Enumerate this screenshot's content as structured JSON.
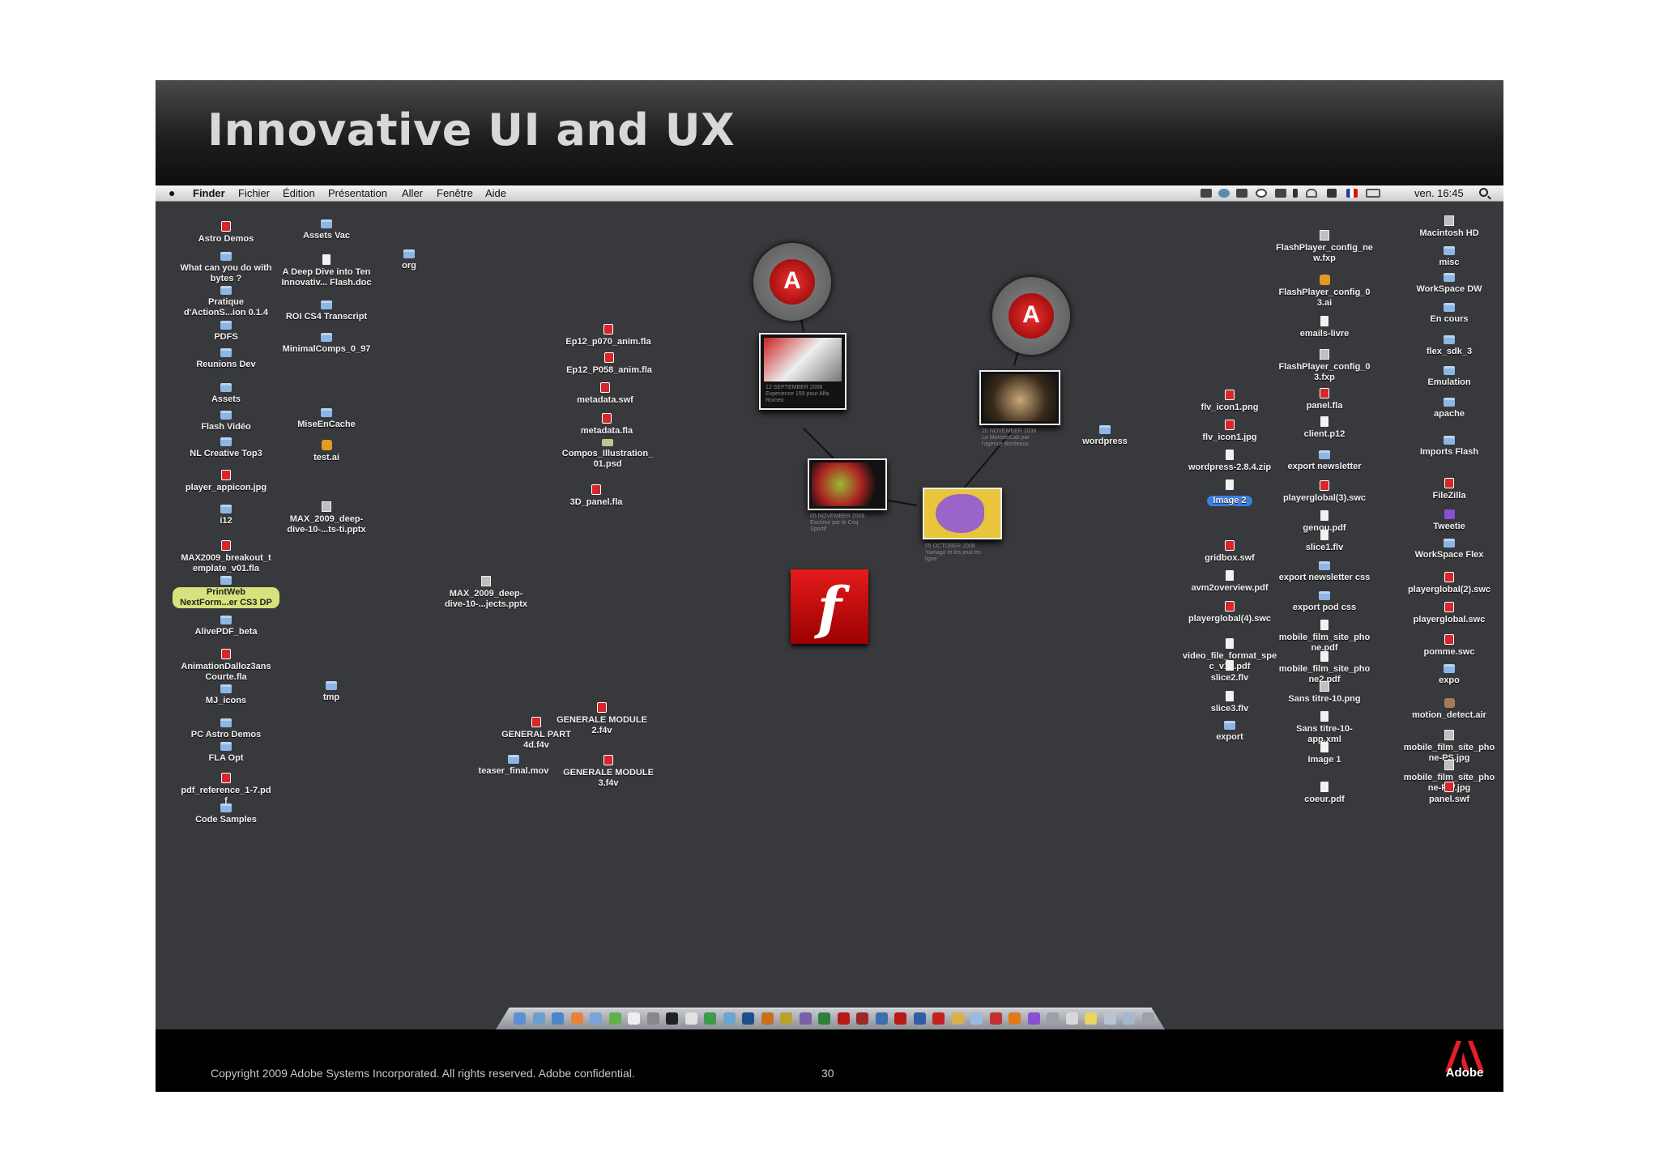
{
  "slide": {
    "title": "Innovative UI and UX",
    "copyright": "Copyright 2009 Adobe Systems Incorporated.  All rights reserved.  Adobe confidential.",
    "page_number": "30",
    "logo_text": "Adobe"
  },
  "menubar": {
    "apple": "",
    "items": [
      "Finder",
      "Fichier",
      "Édition",
      "Présentation",
      "Aller",
      "Fenêtre",
      "Aide"
    ],
    "clock": "ven. 16:45"
  },
  "desktop": {
    "col1": [
      {
        "label": "Astro Demos",
        "icon": "red"
      },
      {
        "label": "What can you do with\nbytes ?",
        "icon": "folder"
      },
      {
        "label": "Pratique\nd'ActionS...ion 0.1.4",
        "icon": "folder"
      },
      {
        "label": "PDFS",
        "icon": "folder"
      },
      {
        "label": "Reunions Dev",
        "icon": "folder"
      },
      {
        "label": "Assets",
        "icon": "folder"
      },
      {
        "label": "Flash Vidéo",
        "icon": "folder"
      },
      {
        "label": "NL Creative Top3",
        "icon": "folder"
      },
      {
        "label": "player_appicon.jpg",
        "icon": "red"
      },
      {
        "label": "i12",
        "icon": "folder"
      },
      {
        "label": "MAX2009_breakout_t\nemplate_v01.fla",
        "icon": "red"
      },
      {
        "label": "PrintWeb\nNextForm...er CS3 DP",
        "icon": "folder"
      },
      {
        "label": "AlivePDF_beta",
        "icon": "folder"
      },
      {
        "label": "AnimationDalloz3ans\nCourte.fla",
        "icon": "red"
      },
      {
        "label": "MJ_icons",
        "icon": "folder"
      },
      {
        "label": "PC Astro Demos",
        "icon": "folder"
      },
      {
        "label": "FLA Opt",
        "icon": "folder"
      },
      {
        "label": "pdf_reference_1-7.pd\nf",
        "icon": "red"
      },
      {
        "label": "Code Samples",
        "icon": "folder"
      }
    ],
    "col2": [
      {
        "label": "Assets Vac",
        "icon": "folder"
      },
      {
        "label": "A Deep Dive into Ten\nInnovativ... Flash.doc",
        "icon": "doc"
      },
      {
        "label": "ROI CS4 Transcript",
        "icon": "folder"
      },
      {
        "label": "MinimalComps_0_97",
        "icon": "folder"
      },
      {
        "label": "MiseEnCache",
        "icon": "folder"
      },
      {
        "label": "test.ai",
        "icon": "orange"
      },
      {
        "label": "MAX_2009_deep-\ndive-10-...ts-ti.pptx",
        "icon": "gray"
      }
    ],
    "col3": [
      {
        "label": "org",
        "icon": "folder"
      },
      {
        "label": "MAX_2009_deep-\ndive-10-...jects.pptx",
        "icon": "gray"
      },
      {
        "label": "tmp",
        "icon": "folder"
      }
    ],
    "col4": [
      {
        "label": "Ep12_p070_anim.fla",
        "icon": "red"
      },
      {
        "label": "Ep12_P058_anim.fla",
        "icon": "red"
      },
      {
        "label": "metadata.swf",
        "icon": "red"
      },
      {
        "label": "metadata.fla",
        "icon": "red"
      },
      {
        "label": "Compos_Illustration_\n01.psd",
        "icon": "olive"
      },
      {
        "label": "3D_panel.fla",
        "icon": "red"
      },
      {
        "label": "GENERALE MODULE\n2.f4v",
        "icon": "red"
      },
      {
        "label": "GENERAL PART\n4d.f4v",
        "icon": "red"
      },
      {
        "label": "teaser_final.mov",
        "icon": "folder"
      },
      {
        "label": "GENERALE MODULE\n3.f4v",
        "icon": "red"
      }
    ],
    "wordpress": {
      "label": "wordpress",
      "icon": "folder"
    },
    "col5": [
      {
        "label": "flv_icon1.png",
        "icon": "red"
      },
      {
        "label": "flv_icon1.jpg",
        "icon": "red"
      },
      {
        "label": "wordpress-2.8.4.zip",
        "icon": "doc"
      },
      {
        "label": "Image 2",
        "icon": "doc"
      },
      {
        "label": "gridbox.swf",
        "icon": "red"
      },
      {
        "label": "avm2overview.pdf",
        "icon": "doc"
      },
      {
        "label": "playerglobal(4).swc",
        "icon": "red"
      },
      {
        "label": "video_file_format_spe\nc_v10.pdf",
        "icon": "doc"
      },
      {
        "label": "slice2.flv",
        "icon": "doc"
      },
      {
        "label": "slice3.flv",
        "icon": "doc"
      },
      {
        "label": "export",
        "icon": "folder"
      }
    ],
    "col6": [
      {
        "label": "FlashPlayer_config_ne\nw.fxp",
        "icon": "gray"
      },
      {
        "label": "FlashPlayer_config_0\n3.ai",
        "icon": "orange"
      },
      {
        "label": "emails-livre",
        "icon": "doc"
      },
      {
        "label": "FlashPlayer_config_0\n3.fxp",
        "icon": "gray"
      },
      {
        "label": "panel.fla",
        "icon": "red"
      },
      {
        "label": "client.p12",
        "icon": "doc"
      },
      {
        "label": "export newsletter",
        "icon": "folder"
      },
      {
        "label": "playerglobal(3).swc",
        "icon": "red"
      },
      {
        "label": "genou.pdf",
        "icon": "doc"
      },
      {
        "label": "slice1.flv",
        "icon": "doc"
      },
      {
        "label": "export newsletter css",
        "icon": "folder"
      },
      {
        "label": "export pod css",
        "icon": "folder"
      },
      {
        "label": "mobile_film_site_pho\nne.pdf",
        "icon": "doc"
      },
      {
        "label": "mobile_film_site_pho\nne2.pdf",
        "icon": "doc"
      },
      {
        "label": "Sans titre-10.png",
        "icon": "gray"
      },
      {
        "label": "Sans titre-10-\napp.xml",
        "icon": "doc"
      },
      {
        "label": "Image 1",
        "icon": "doc"
      },
      {
        "label": "coeur.pdf",
        "icon": "doc"
      }
    ],
    "col7": [
      {
        "label": "Macintosh HD",
        "icon": "gray"
      },
      {
        "label": "misc",
        "icon": "folder"
      },
      {
        "label": "WorkSpace DW",
        "icon": "folder"
      },
      {
        "label": "En cours",
        "icon": "folder"
      },
      {
        "label": "flex_sdk_3",
        "icon": "folder"
      },
      {
        "label": "Emulation",
        "icon": "folder"
      },
      {
        "label": "apache",
        "icon": "folder"
      },
      {
        "label": "Imports Flash",
        "icon": "folder"
      },
      {
        "label": "FileZilla",
        "icon": "red"
      },
      {
        "label": "Tweetie",
        "icon": "purple"
      },
      {
        "label": "WorkSpace Flex",
        "icon": "folder"
      },
      {
        "label": "playerglobal(2).swc",
        "icon": "red"
      },
      {
        "label": "playerglobal.swc",
        "icon": "red"
      },
      {
        "label": "pomme.swc",
        "icon": "red"
      },
      {
        "label": "expo",
        "icon": "folder"
      },
      {
        "label": "motion_detect.air",
        "icon": "brown"
      },
      {
        "label": "mobile_film_site_pho\nne-PS.jpg",
        "icon": "gray"
      },
      {
        "label": "mobile_film_site_pho\nne-FW.jpg",
        "icon": "gray"
      },
      {
        "label": "panel.swf",
        "icon": "red"
      }
    ]
  },
  "widget": {
    "badge_text": "Adobe",
    "cards": [
      {
        "caption": "12 SEPTEMBER 2008\nExperience 159 pour Alfa\nRomeo"
      },
      {
        "caption": "20 NOVEMBER 2008\nLe MonsterLab par\nl'agence Bordeaux"
      },
      {
        "caption": "05 NOVEMBER 2008\nEscrime par le Coq\nSportif"
      },
      {
        "caption": "05 OCTOBER 2008\nYamago et les jeux en\nligne"
      }
    ],
    "flash_glyph": "f"
  },
  "dock": {
    "icons": [
      "finder-icon",
      "mail-icon",
      "safari-icon",
      "firefox-icon",
      "itunes-icon",
      "ichat-icon",
      "textedit-icon",
      "calculator-icon",
      "terminal-icon",
      "ical-icon",
      "dreamweaver-icon",
      "contribute-icon",
      "photoshop-icon",
      "illustrator-icon",
      "fireworks-icon",
      "bridge-icon",
      "soundbooth-icon",
      "flash-icon",
      "flashcatalyst-icon",
      "flexbuilder-icon",
      "flash-icon-2",
      "device-central-icon",
      "acrobat-icon",
      "pencil-icon",
      "preview-icon",
      "filezilla-icon",
      "vlc-icon",
      "tweetie-icon",
      "system-prefs-icon",
      "colorsync-icon",
      "stickies-icon",
      "documents-icon",
      "downloads-icon",
      "trash-icon"
    ]
  }
}
